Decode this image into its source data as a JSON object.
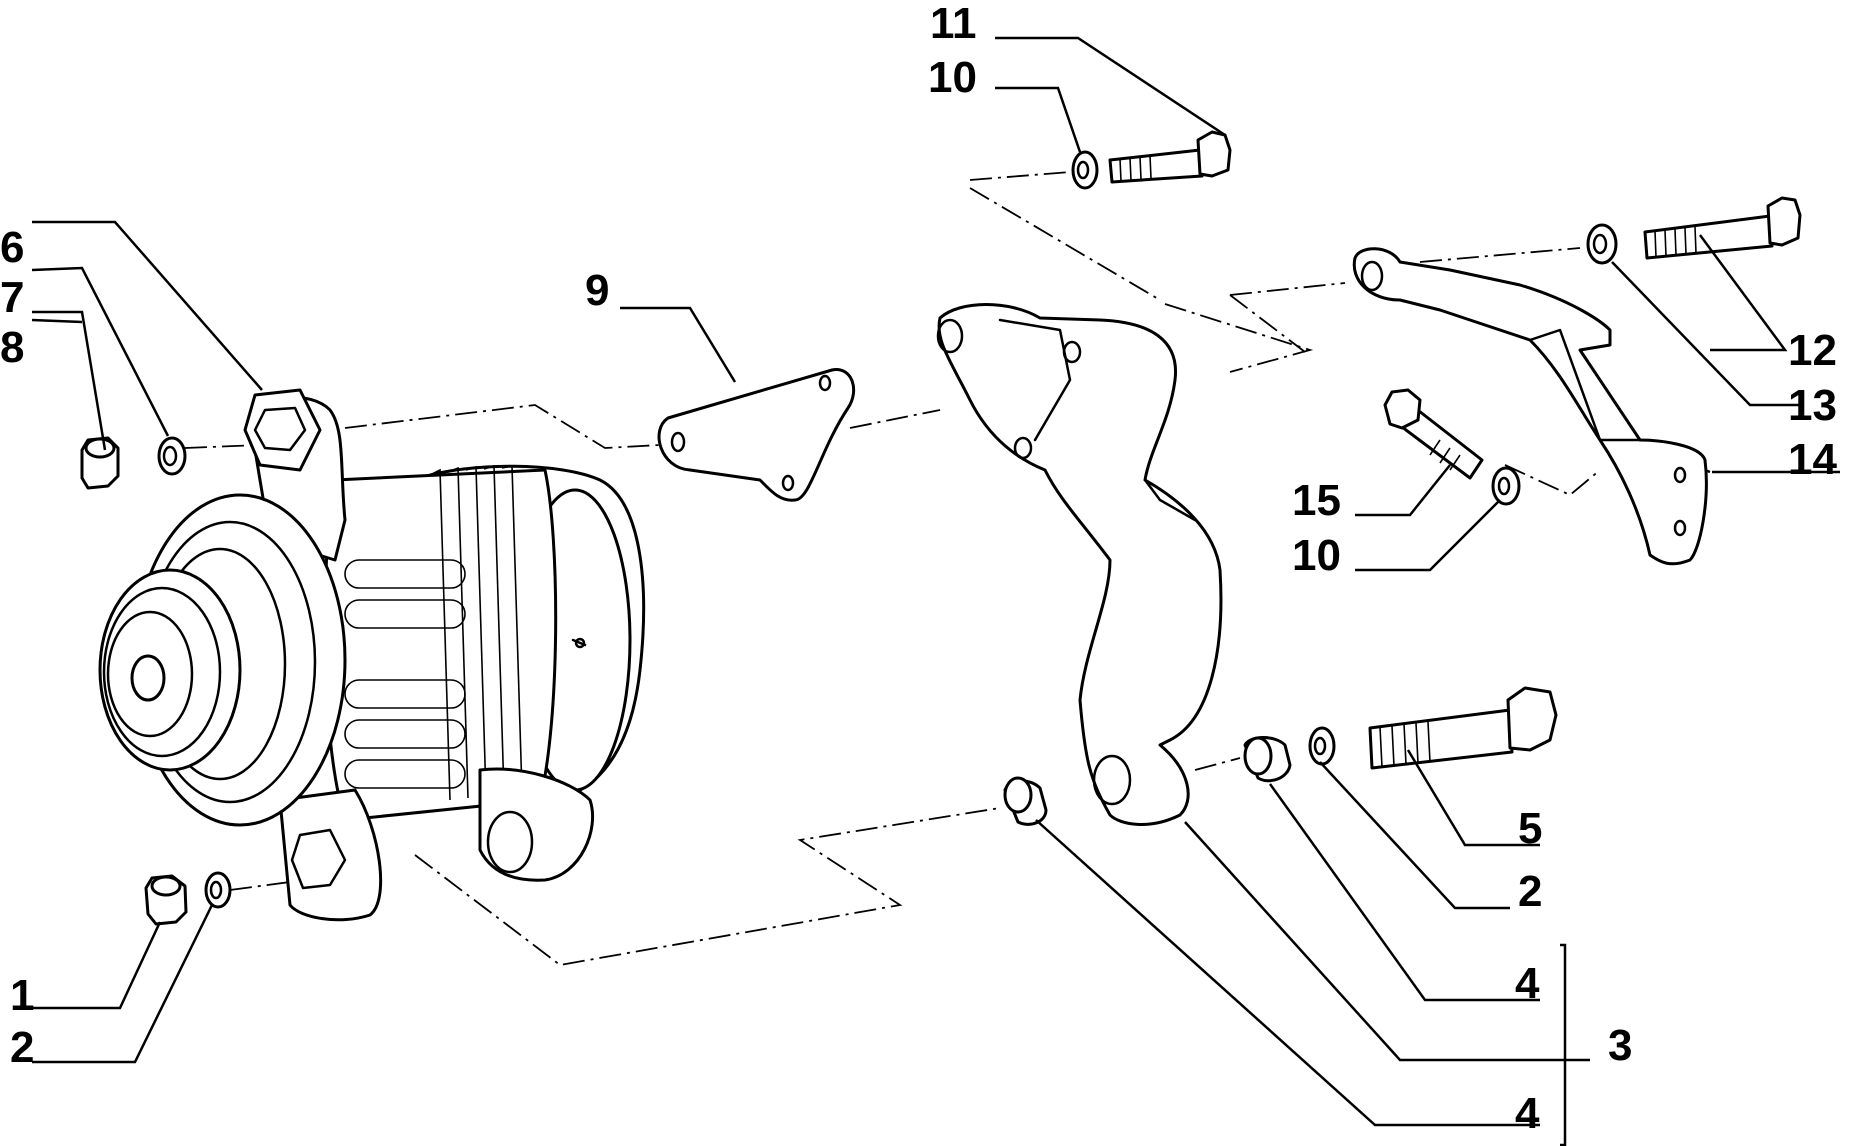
{
  "diagram": {
    "callouts": {
      "c1": "1",
      "c2a": "2",
      "c2b": "2",
      "c3": "3",
      "c4a": "4",
      "c4b": "4",
      "c5": "5",
      "c6": "6",
      "c7": "7",
      "c8": "8",
      "c9": "9",
      "c10a": "10",
      "c10b": "10",
      "c11": "11",
      "c12": "12",
      "c13": "13",
      "c14": "14",
      "c15": "15"
    }
  }
}
